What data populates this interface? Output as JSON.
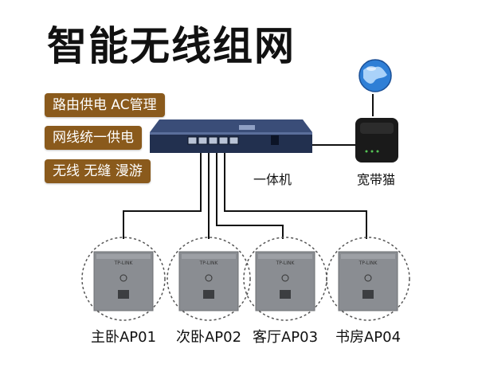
{
  "title": "智能无线组网",
  "features": [
    "路由供电 AC管理",
    "网线统一供电",
    "无线 无缝 漫游"
  ],
  "devices": {
    "router_label": "一体机",
    "modem_label": "宽带猫"
  },
  "access_points": [
    "主卧AP01",
    "次卧AP02",
    "客厅AP03",
    "书房AP04"
  ],
  "colors": {
    "badge": "#8a5a1c",
    "router_body": "#2b3a5c",
    "ap_panel": "#8a8d92",
    "cable": "#111111",
    "globe": "#2f7fd6"
  }
}
